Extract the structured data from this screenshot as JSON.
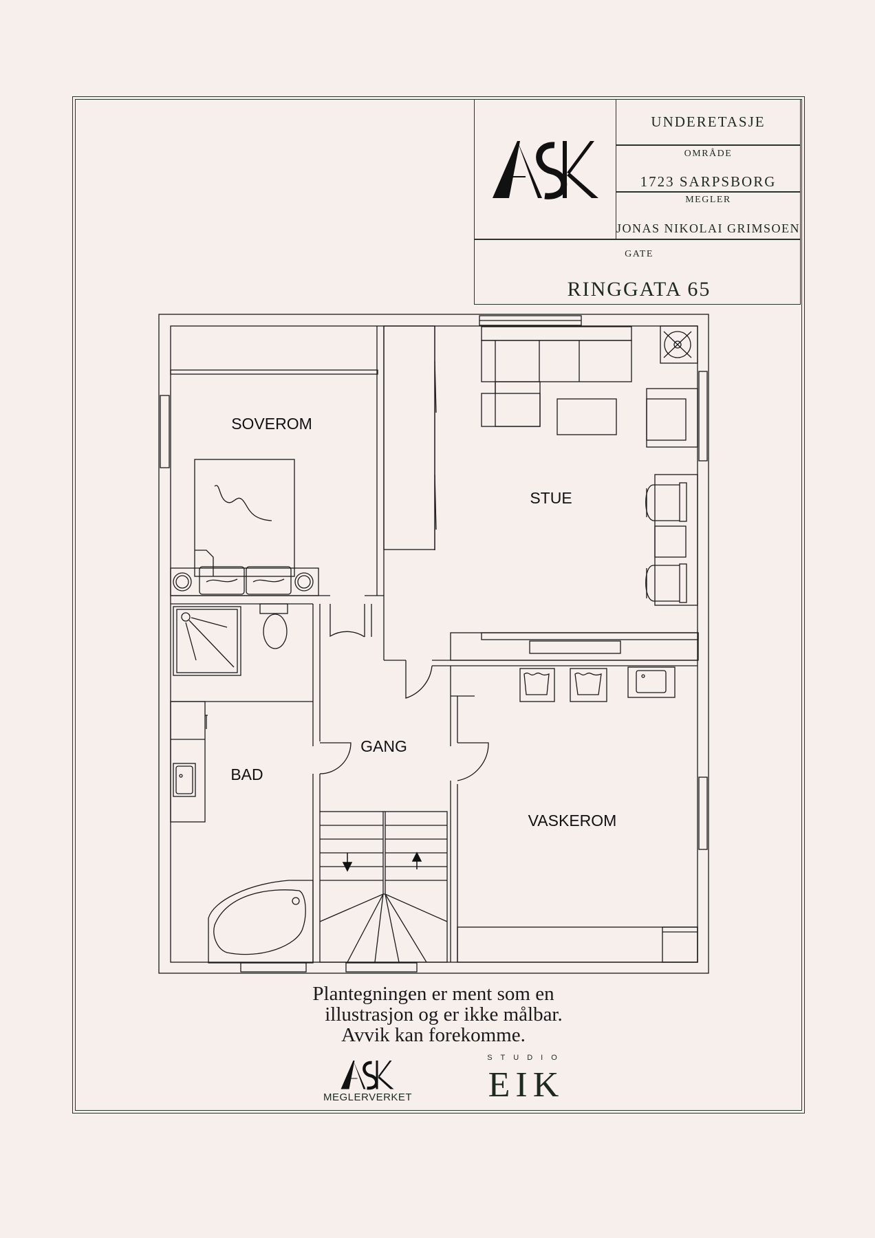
{
  "title_block": {
    "floor": "UNDERETASJE",
    "area_label": "OMRÅDE",
    "area_value": "1723 SARPSBORG",
    "agent_label": "MEGLER",
    "agent_value": "JONAS NIKOLAI GRIMSOEN",
    "street_label": "GATE",
    "street_value": "RINGGATA 65"
  },
  "logo": {
    "text": "ASK"
  },
  "rooms": {
    "soverom": "SOVEROM",
    "stue": "STUE",
    "gang": "GANG",
    "bad": "BAD",
    "vaskerom": "VASKEROM"
  },
  "disclaimer": {
    "line1": "Plantegningen er ment som en",
    "line2": "illustrasjon og er ikke målbar.",
    "line3": "Avvik kan forekomme."
  },
  "footer": {
    "ask_text": "ASK",
    "ask_sub": "MEGLERVERKET",
    "eik_small": "STUDIO",
    "eik_big": "EIK"
  },
  "colors": {
    "background": "#f6efec",
    "ink": "#1d2a1f"
  }
}
